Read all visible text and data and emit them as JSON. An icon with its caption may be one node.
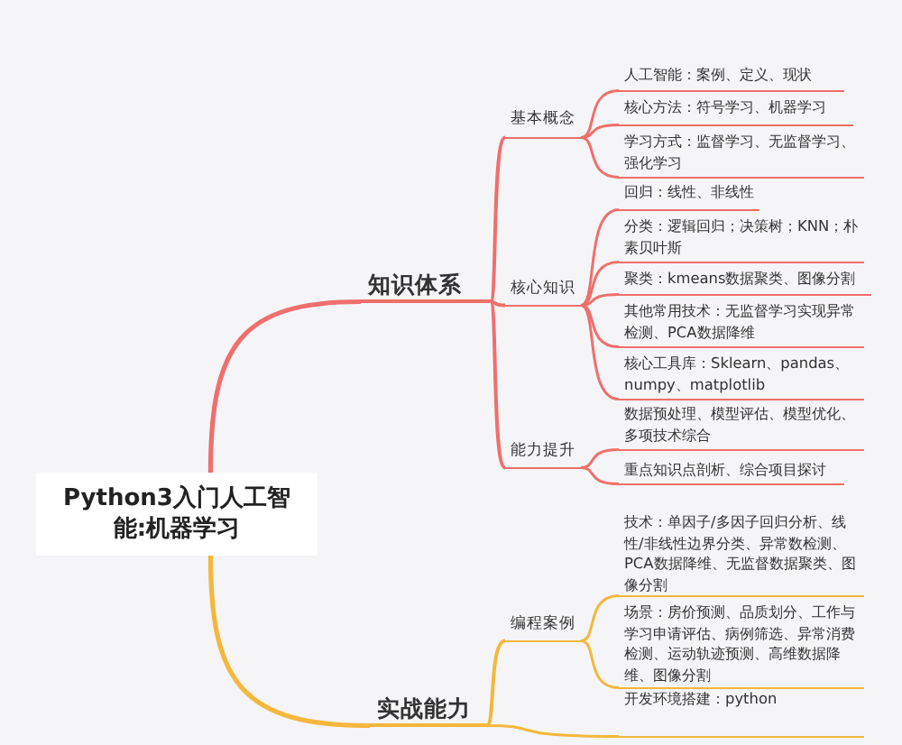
{
  "diagram": {
    "nodes": [
      {
        "text": [
          "Python3入门人工智能:机器学习"
        ]
      },
      {
        "text": [
          "知识体系"
        ]
      },
      {
        "text": [
          "基本概念"
        ]
      },
      {
        "text": [
          "人工智能：案例、定义、现状"
        ]
      },
      {
        "text": [
          "核心方法：符号学习、机器学习"
        ]
      },
      {
        "text": [
          "学习方式：监督学习、无监督学习、强化学习"
        ]
      },
      {
        "text": [
          "核心知识"
        ]
      },
      {
        "text": [
          "回归：线性、非线性"
        ]
      },
      {
        "text": [
          "分类：逻辑回归；决策树；KNN；朴素贝叶斯"
        ]
      },
      {
        "text": [
          "聚类：kmeans数据聚类、图像分割"
        ]
      },
      {
        "text": [
          "其他常用技术：无监督学习实现异常检测、PCA数据降维"
        ]
      },
      {
        "text": [
          "核心工具库：Sklearn、pandas、numpy、matplotlib"
        ]
      },
      {
        "text": [
          "能力提升"
        ]
      },
      {
        "text": [
          "数据预处理、模型评估、模型优化、多项技术综合"
        ]
      },
      {
        "text": [
          "重点知识点剖析、综合项目探讨"
        ]
      },
      {
        "text": [
          "实战能力"
        ]
      },
      {
        "text": [
          "编程案例"
        ]
      },
      {
        "text": [
          "技术：单因子/多因子回归分析、线性/非线性边界分类、异常数检测、PCA数据降维、无监督数据聚类、图像分割"
        ]
      },
      {
        "text": [
          "场景：房价预测、品质划分、工作与学习申请评估、病例筛选、异常消费检测、运动轨迹预测、高维数据降维、图像分割"
        ]
      },
      {
        "text": [
          "开发环境搭建：python"
        ]
      }
    ],
    "edges": [
      {
        "from": 0,
        "to": 1,
        "arrow": "none"
      },
      {
        "from": 1,
        "to": 2,
        "arrow": "none"
      },
      {
        "from": 2,
        "to": 3,
        "arrow": "none"
      },
      {
        "from": 2,
        "to": 4,
        "arrow": "none"
      },
      {
        "from": 2,
        "to": 5,
        "arrow": "none"
      },
      {
        "from": 1,
        "to": 6,
        "arrow": "none"
      },
      {
        "from": 6,
        "to": 7,
        "arrow": "none"
      },
      {
        "from": 6,
        "to": 8,
        "arrow": "none"
      },
      {
        "from": 6,
        "to": 9,
        "arrow": "none"
      },
      {
        "from": 6,
        "to": 10,
        "arrow": "none"
      },
      {
        "from": 6,
        "to": 11,
        "arrow": "none"
      },
      {
        "from": 1,
        "to": 12,
        "arrow": "none"
      },
      {
        "from": 12,
        "to": 13,
        "arrow": "none"
      },
      {
        "from": 12,
        "to": 14,
        "arrow": "none"
      },
      {
        "from": 0,
        "to": 15,
        "arrow": "none",
        "color": "#f4b73c"
      },
      {
        "from": 15,
        "to": 16,
        "arrow": "none",
        "color": "#f4b73c"
      },
      {
        "from": 16,
        "to": 17,
        "arrow": "none",
        "color": "#f4b73c"
      },
      {
        "from": 16,
        "to": 18,
        "arrow": "none",
        "color": "#f4b73c"
      },
      {
        "from": 15,
        "to": 19,
        "arrow": "none",
        "color": "#f4b73c"
      }
    ]
  }
}
